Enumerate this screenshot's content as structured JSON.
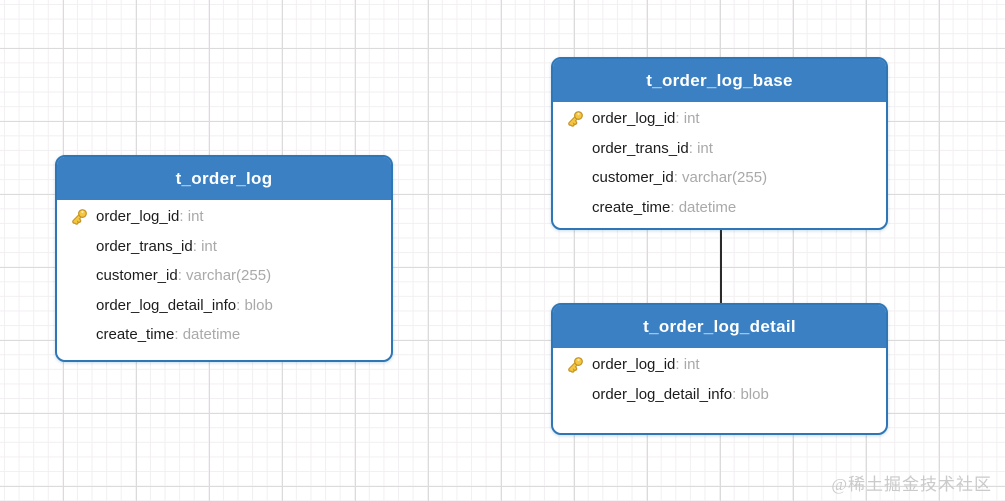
{
  "diagram": {
    "tables": [
      {
        "title": "t_order_log",
        "fields": [
          {
            "name": "order_log_id",
            "type": "int",
            "key": true
          },
          {
            "name": "order_trans_id",
            "type": "int",
            "key": false
          },
          {
            "name": "customer_id",
            "type": "varchar(255)",
            "key": false
          },
          {
            "name": "order_log_detail_info",
            "type": "blob",
            "key": false
          },
          {
            "name": "create_time",
            "type": "datetime",
            "key": false
          }
        ]
      },
      {
        "title": "t_order_log_base",
        "fields": [
          {
            "name": "order_log_id",
            "type": "int",
            "key": true
          },
          {
            "name": "order_trans_id",
            "type": "int",
            "key": false
          },
          {
            "name": "customer_id",
            "type": "varchar(255)",
            "key": false
          },
          {
            "name": "create_time",
            "type": "datetime",
            "key": false
          }
        ]
      },
      {
        "title": "t_order_log_detail",
        "fields": [
          {
            "name": "order_log_id",
            "type": "int",
            "key": true
          },
          {
            "name": "order_log_detail_info",
            "type": "blob",
            "key": false
          }
        ]
      }
    ],
    "relations": [
      {
        "from": "t_order_log_base",
        "to": "t_order_log_detail"
      }
    ],
    "watermark": {
      "text": "@稀土掘金技术社区"
    },
    "colors": {
      "header_blue": "#3b80c3",
      "border_blue": "#2e76b5",
      "field_name": "#1c1c1c",
      "field_type": "#a9a9a9",
      "connector": "#2b2b2b",
      "grid_major": "#dbdbdb",
      "grid_minor": "#f2eff1",
      "watermark_gray": "#cacaca",
      "key_gold": "#f5c73f",
      "key_outline": "#c5952a",
      "key_highlight": "#fdeaa9"
    }
  }
}
